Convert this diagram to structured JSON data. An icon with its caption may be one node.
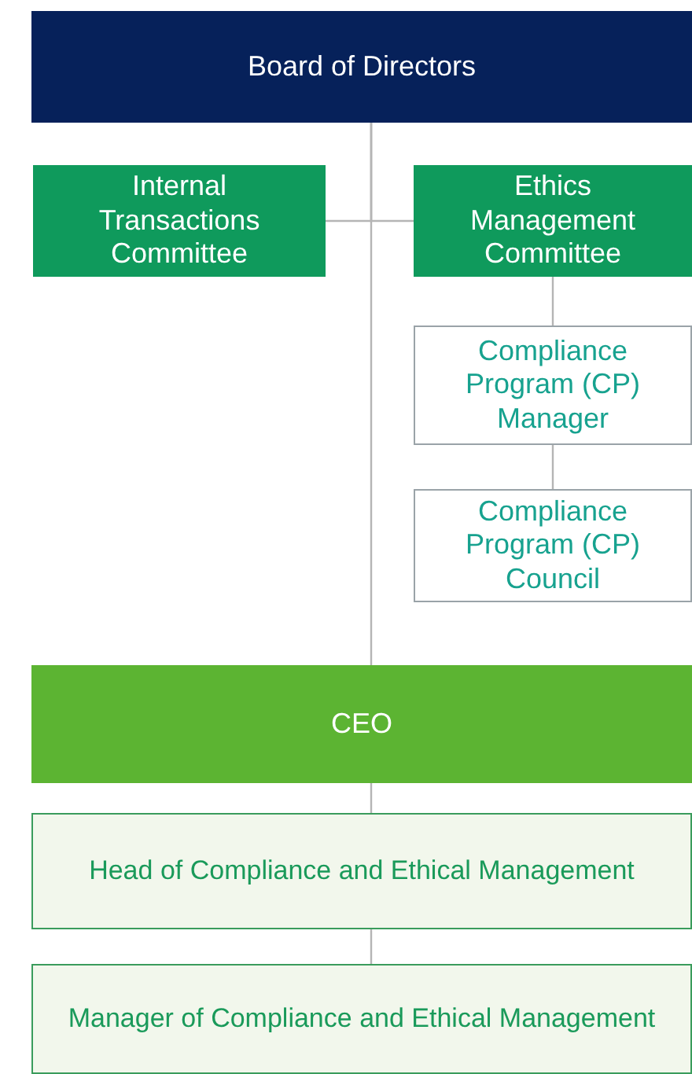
{
  "diagram": {
    "nodes": [
      {
        "text": [
          "Board of Directors"
        ]
      },
      {
        "text": [
          "Internal Transactions Committee"
        ]
      },
      {
        "text": [
          "Ethics Management Committee"
        ]
      },
      {
        "text": [
          "Compliance Program (CP) Manager"
        ]
      },
      {
        "text": [
          "Compliance Program (CP) Council"
        ]
      },
      {
        "text": [
          "CEO"
        ]
      },
      {
        "text": [
          "Head of Compliance and Ethical Management"
        ]
      },
      {
        "text": [
          "Manager of Compliance and Ethical Management"
        ]
      }
    ],
    "edges": [
      {
        "from": 0,
        "to": 5,
        "arrow": "none"
      },
      {
        "from": 0,
        "to": 1,
        "arrow": "none"
      },
      {
        "from": 0,
        "to": 2,
        "arrow": "none"
      },
      {
        "from": 2,
        "to": 3,
        "arrow": "none"
      },
      {
        "from": 3,
        "to": 4,
        "arrow": "none"
      },
      {
        "from": 5,
        "to": 6,
        "arrow": "none"
      },
      {
        "from": 6,
        "to": 7,
        "arrow": "none"
      }
    ]
  }
}
